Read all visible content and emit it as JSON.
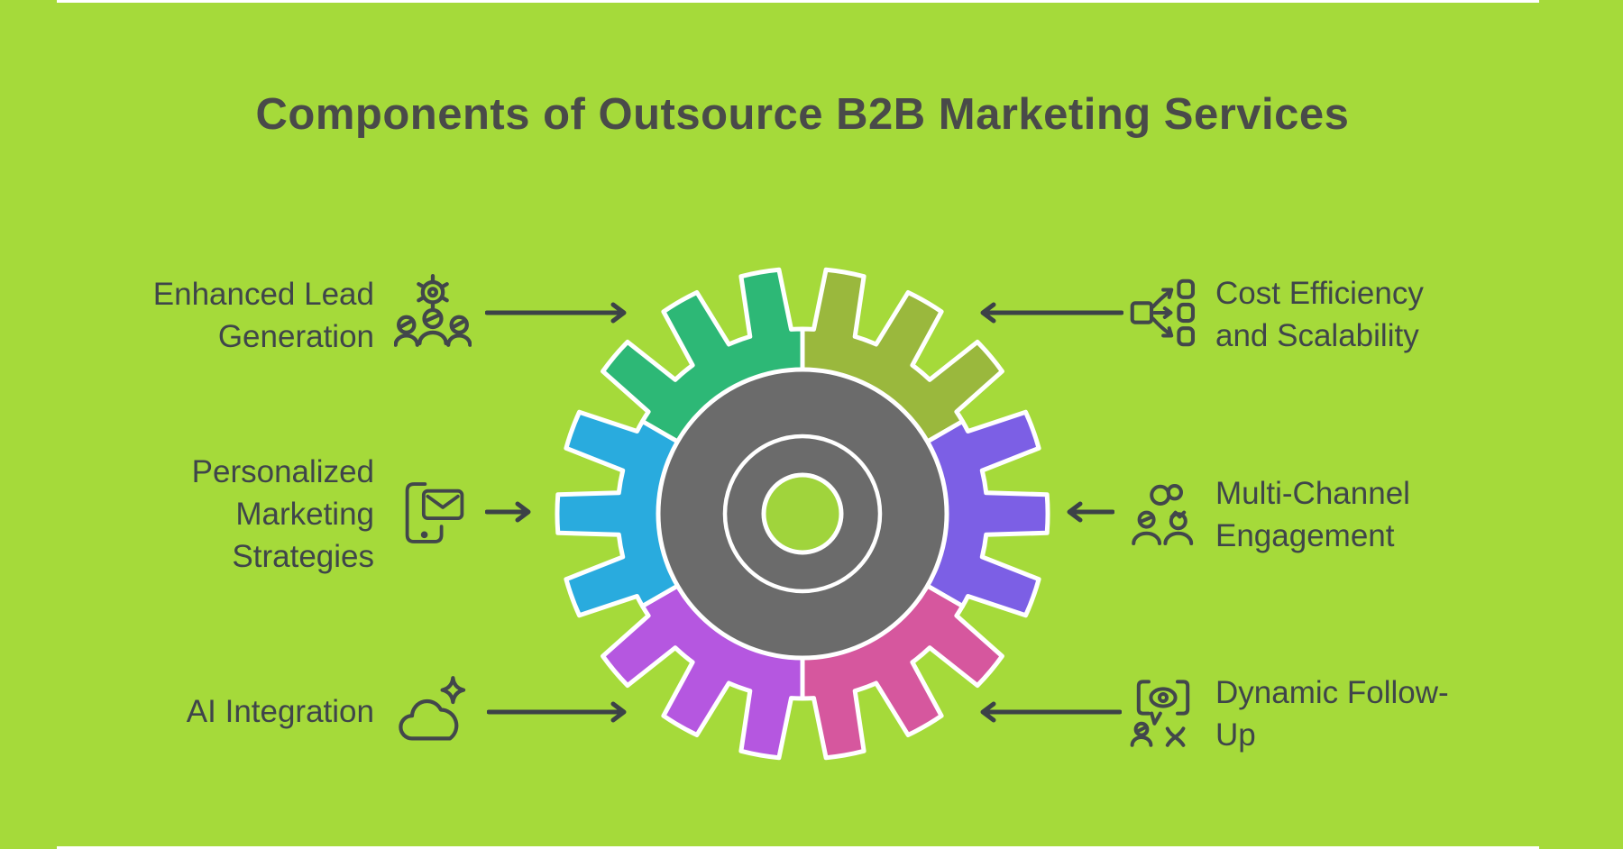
{
  "title": "Components of Outsource B2B Marketing Services",
  "colors": {
    "background": "#a5da3a",
    "title_text": "#494a49",
    "label_text": "#3f454a",
    "icon_stroke": "#42474b",
    "arrow": "#3c4247",
    "gear_center": "#6b6b6b",
    "gear_outline": "#ffffff",
    "hub_hole": "#a0d43c"
  },
  "gear": {
    "segments": [
      {
        "name": "teal",
        "color": "#2db876"
      },
      {
        "name": "olive",
        "color": "#9ab83d"
      },
      {
        "name": "purple",
        "color": "#7c5fe5"
      },
      {
        "name": "pink",
        "color": "#d6579e"
      },
      {
        "name": "violet",
        "color": "#b557e0"
      },
      {
        "name": "blue",
        "color": "#29abde"
      }
    ]
  },
  "items": [
    {
      "id": "enhanced-lead-generation",
      "label": "Enhanced Lead\nGeneration",
      "icon": "gear-people-icon",
      "side": "left"
    },
    {
      "id": "personalized-marketing",
      "label": "Personalized\nMarketing\nStrategies",
      "icon": "phone-mail-icon",
      "side": "left"
    },
    {
      "id": "ai-integration",
      "label": "AI Integration",
      "icon": "cloud-sparkle-icon",
      "side": "left"
    },
    {
      "id": "cost-efficiency-scalability",
      "label": "Cost Efficiency\nand Scalability",
      "icon": "distribution-icon",
      "side": "right"
    },
    {
      "id": "multi-channel-engagement",
      "label": "Multi-Channel\nEngagement",
      "icon": "people-link-icon",
      "side": "right"
    },
    {
      "id": "dynamic-follow-up",
      "label": "Dynamic Follow-\nUp",
      "icon": "eye-speech-people-icon",
      "side": "right"
    }
  ]
}
